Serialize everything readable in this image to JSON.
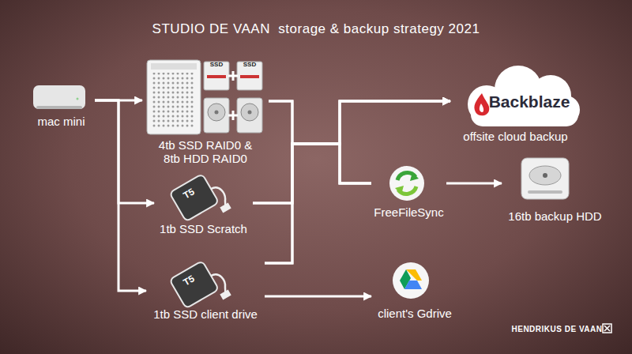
{
  "diagram": {
    "title": "STUDIO DE VAAN  storage & backup strategy 2021",
    "nodes": [
      {
        "text": [
          "mac mini"
        ]
      },
      {
        "text": [
          "4tb SSD RAID0 & 8tb HDD RAID0"
        ]
      },
      {
        "text": [
          "1tb SSD Scratch"
        ]
      },
      {
        "text": [
          "1tb SSD client drive"
        ]
      },
      {
        "text": [
          "Backblaze",
          "offsite cloud backup"
        ]
      },
      {
        "text": [
          "FreeFileSync"
        ]
      },
      {
        "text": [
          "16tb backup HDD"
        ]
      },
      {
        "text": [
          "client's Gdrive"
        ]
      }
    ],
    "edges": [
      {
        "from": 0,
        "to": 1,
        "arrow": "to"
      },
      {
        "from": 0,
        "to": 2,
        "arrow": "to"
      },
      {
        "from": 0,
        "to": 3,
        "arrow": "to"
      },
      {
        "from": 1,
        "to": 4,
        "arrow": "to"
      },
      {
        "from": 2,
        "to": 4,
        "arrow": "to"
      },
      {
        "from": 3,
        "to": 4,
        "arrow": "to"
      },
      {
        "from": 1,
        "to": 5,
        "arrow": "none"
      },
      {
        "from": 2,
        "to": 5,
        "arrow": "none"
      },
      {
        "from": 3,
        "to": 5,
        "arrow": "none"
      },
      {
        "from": 5,
        "to": 6,
        "arrow": "to"
      },
      {
        "from": 3,
        "to": 7,
        "arrow": "to"
      }
    ],
    "labels": [
      "SSD",
      "SSD",
      "T5",
      "T5",
      "HENDRIKUS DE VAAN"
    ]
  }
}
